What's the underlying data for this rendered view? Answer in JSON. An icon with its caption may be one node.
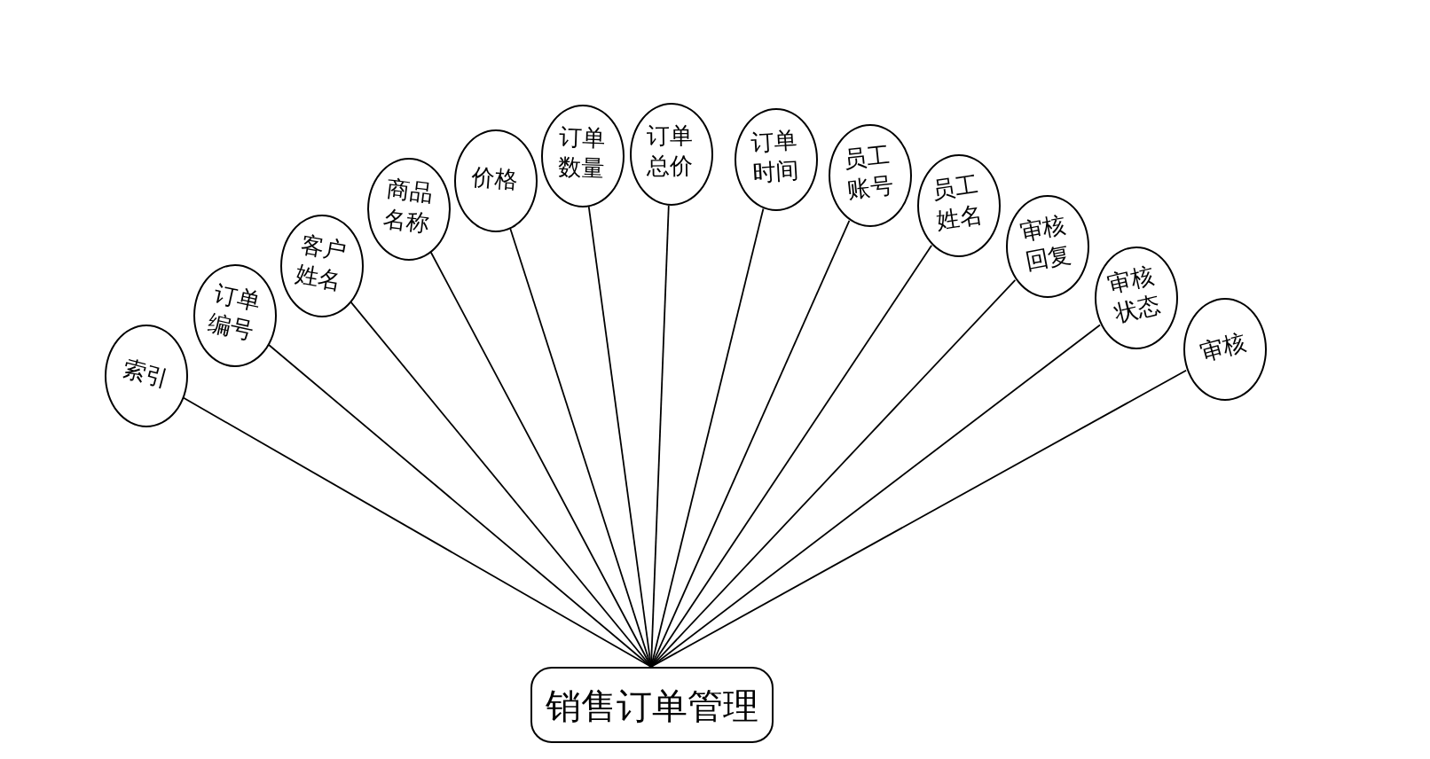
{
  "diagram": {
    "nodes": [
      {
        "text": [
          "索引"
        ]
      },
      {
        "text": [
          "订单编号"
        ]
      },
      {
        "text": [
          "客户姓名"
        ]
      },
      {
        "text": [
          "商品名称"
        ]
      },
      {
        "text": [
          "价格"
        ]
      },
      {
        "text": [
          "订单数量"
        ]
      },
      {
        "text": [
          "订单总价"
        ]
      },
      {
        "text": [
          "订单时间"
        ]
      },
      {
        "text": [
          "员工账号"
        ]
      },
      {
        "text": [
          "员工姓名"
        ]
      },
      {
        "text": [
          "审核回复"
        ]
      },
      {
        "text": [
          "审核状态"
        ]
      },
      {
        "text": [
          "审核"
        ]
      },
      {
        "text": [
          "销售订单管理"
        ]
      }
    ],
    "edges": [
      {
        "from": 13,
        "to": 0,
        "arrow": "none"
      },
      {
        "from": 13,
        "to": 1,
        "arrow": "none"
      },
      {
        "from": 13,
        "to": 2,
        "arrow": "none"
      },
      {
        "from": 13,
        "to": 3,
        "arrow": "none"
      },
      {
        "from": 13,
        "to": 4,
        "arrow": "none"
      },
      {
        "from": 13,
        "to": 5,
        "arrow": "none"
      },
      {
        "from": 13,
        "to": 6,
        "arrow": "none"
      },
      {
        "from": 13,
        "to": 7,
        "arrow": "none"
      },
      {
        "from": 13,
        "to": 8,
        "arrow": "none"
      },
      {
        "from": 13,
        "to": 9,
        "arrow": "none"
      },
      {
        "from": 13,
        "to": 10,
        "arrow": "none"
      },
      {
        "from": 13,
        "to": 11,
        "arrow": "none"
      },
      {
        "from": 13,
        "to": 12,
        "arrow": "none"
      }
    ]
  }
}
